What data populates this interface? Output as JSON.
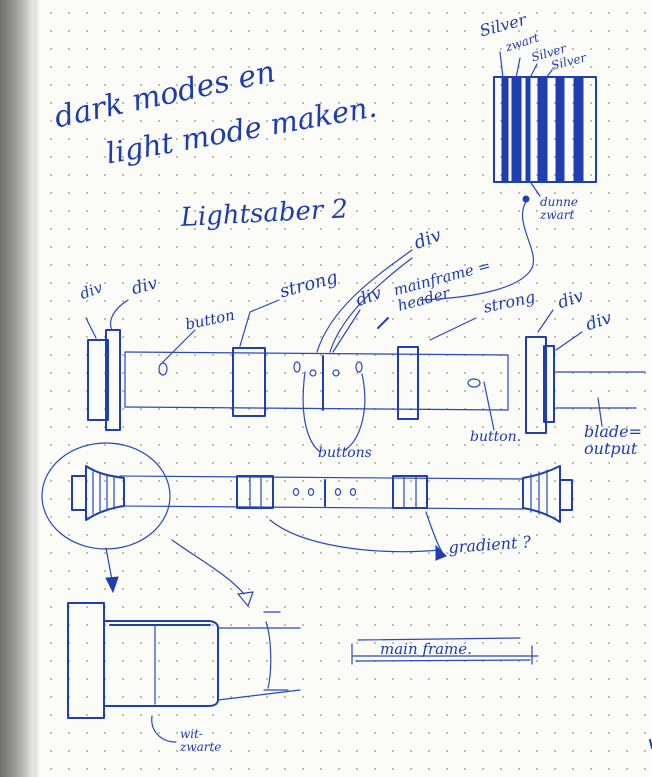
{
  "notes": {
    "dark_mode_line1": "dark modes en",
    "dark_mode_line2": "light mode maken.",
    "title": "Lightsaber 2",
    "stripes": {
      "silver_top": "Silver",
      "zwart": "zwart",
      "silver_mid": "Silver",
      "silver_right": "Silver",
      "dunne_zwart": "dunne zwart"
    },
    "labels": {
      "div_left_1": "div",
      "div_left_2": "div",
      "button_left": "button",
      "strong_left": "strong",
      "div_center_1": "div",
      "div_center_2": "div",
      "mainframe_header": "mainframe = header",
      "strong_right": "strong",
      "div_right_1": "div",
      "div_right_2": "div",
      "buttons_center": "buttons",
      "button_right": "button.",
      "blade_output": "blade= output",
      "gradient": "gradient ?",
      "wit_zwart": "wit- zwarte",
      "main_frame": "main frame."
    }
  },
  "colors": {
    "ink": "#1f3fb0",
    "paper": "#fbfbf8",
    "dots": "#b9b9b4",
    "spine": "#8a8a87"
  }
}
